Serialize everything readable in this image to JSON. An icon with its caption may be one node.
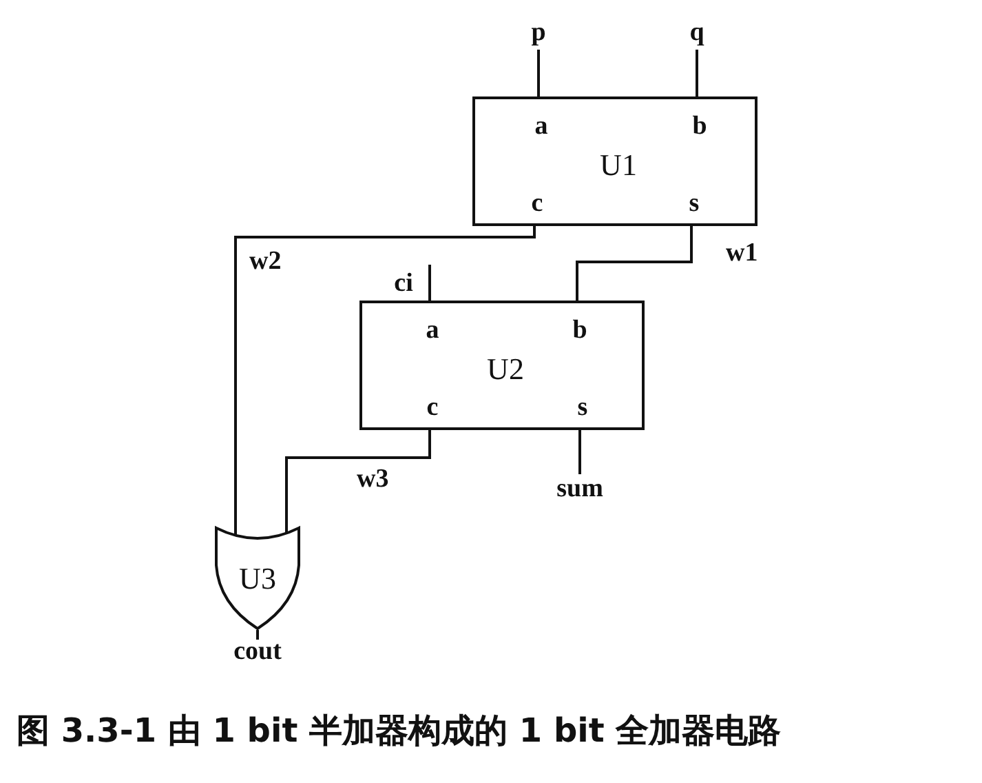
{
  "diagram": {
    "caption": "图 3.3-1 由 1 bit 半加器构成的 1 bit 全加器电路",
    "nodes": [
      {
        "text": [
          "p"
        ]
      },
      {
        "text": [
          "q"
        ]
      },
      {
        "text": [
          "a",
          "b",
          "U1",
          "c",
          "s"
        ]
      },
      {
        "text": [
          "ci"
        ]
      },
      {
        "text": [
          "a",
          "b",
          "U2",
          "c",
          "s"
        ]
      },
      {
        "text": [
          "sum"
        ]
      },
      {
        "text": [
          "U3"
        ]
      },
      {
        "text": [
          "cout"
        ]
      }
    ],
    "edges": [
      {
        "from": 0,
        "to": 2,
        "arrow": "none"
      },
      {
        "from": 1,
        "to": 2,
        "arrow": "none"
      },
      {
        "from": 2,
        "to": 4,
        "arrow": "none",
        "label": "w1"
      },
      {
        "from": 2,
        "to": 6,
        "arrow": "none",
        "label": "w2"
      },
      {
        "from": 3,
        "to": 4,
        "arrow": "none"
      },
      {
        "from": 4,
        "to": 6,
        "arrow": "none",
        "label": "w3"
      },
      {
        "from": 4,
        "to": 5,
        "arrow": "none"
      },
      {
        "from": 6,
        "to": 7,
        "arrow": "none"
      }
    ]
  }
}
